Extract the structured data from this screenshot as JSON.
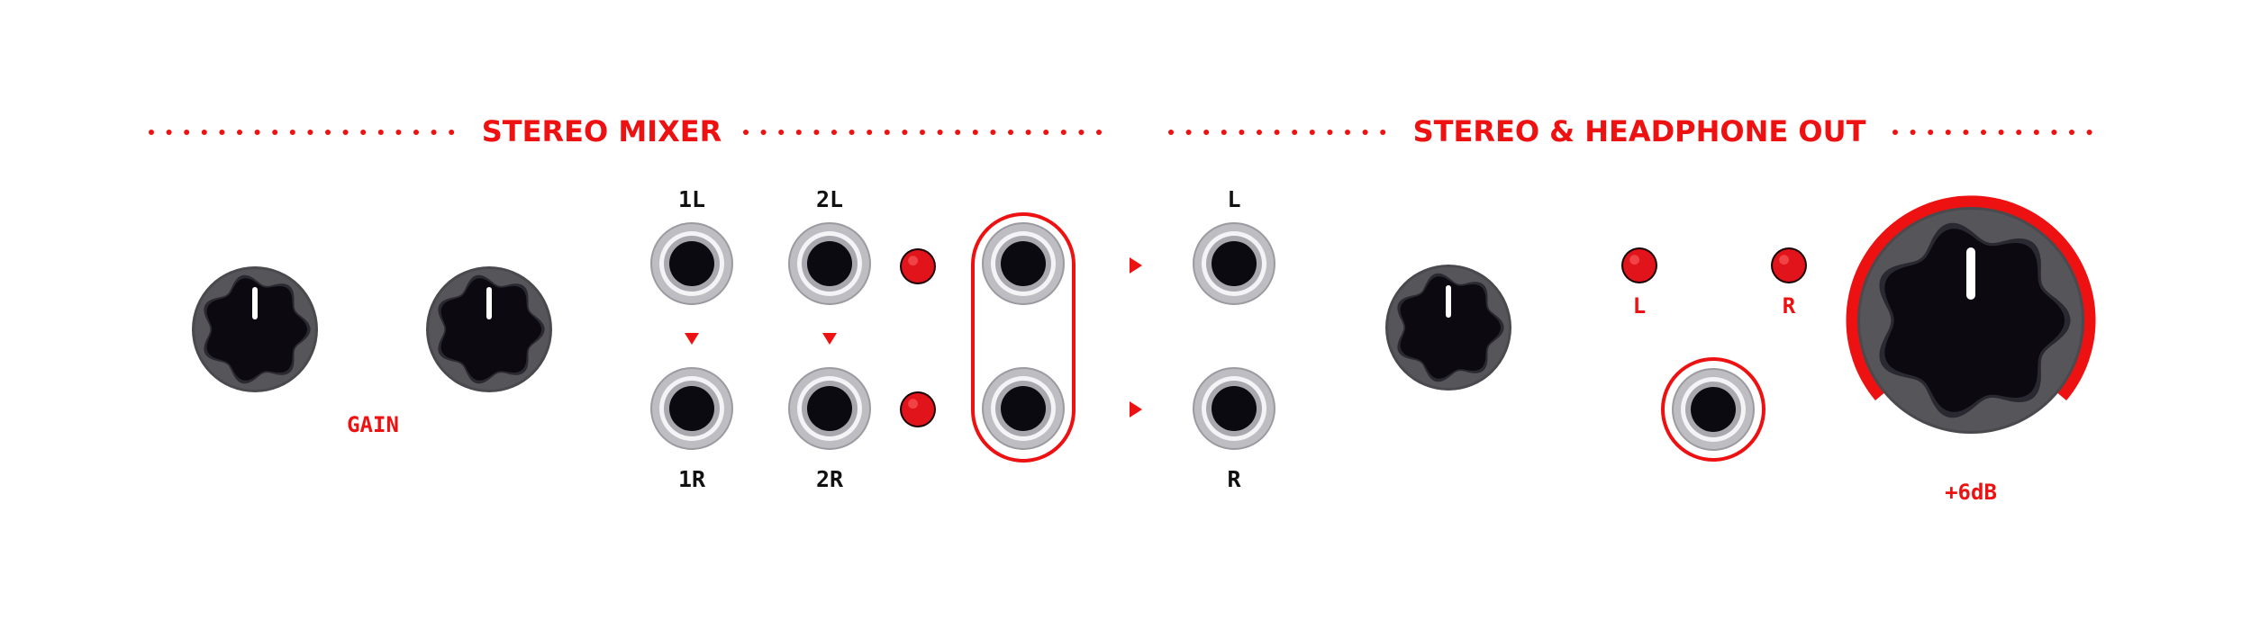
{
  "sections": {
    "mixer_title": "STEREO MIXER",
    "output_title": "STEREO & HEADPHONE OUT"
  },
  "labels": {
    "gain": "GAIN",
    "in_1l": "1L",
    "in_2l": "2L",
    "in_1r": "1R",
    "in_2r": "2R",
    "out_l": "L",
    "out_r": "R",
    "led_l": "L",
    "led_r": "R",
    "boost": "+6dB"
  },
  "colors": {
    "accent": "#ee1111",
    "knob": "#0c0a10",
    "knob_rim": "#4a4a4e",
    "jack_ring": "#bdbdc2"
  }
}
